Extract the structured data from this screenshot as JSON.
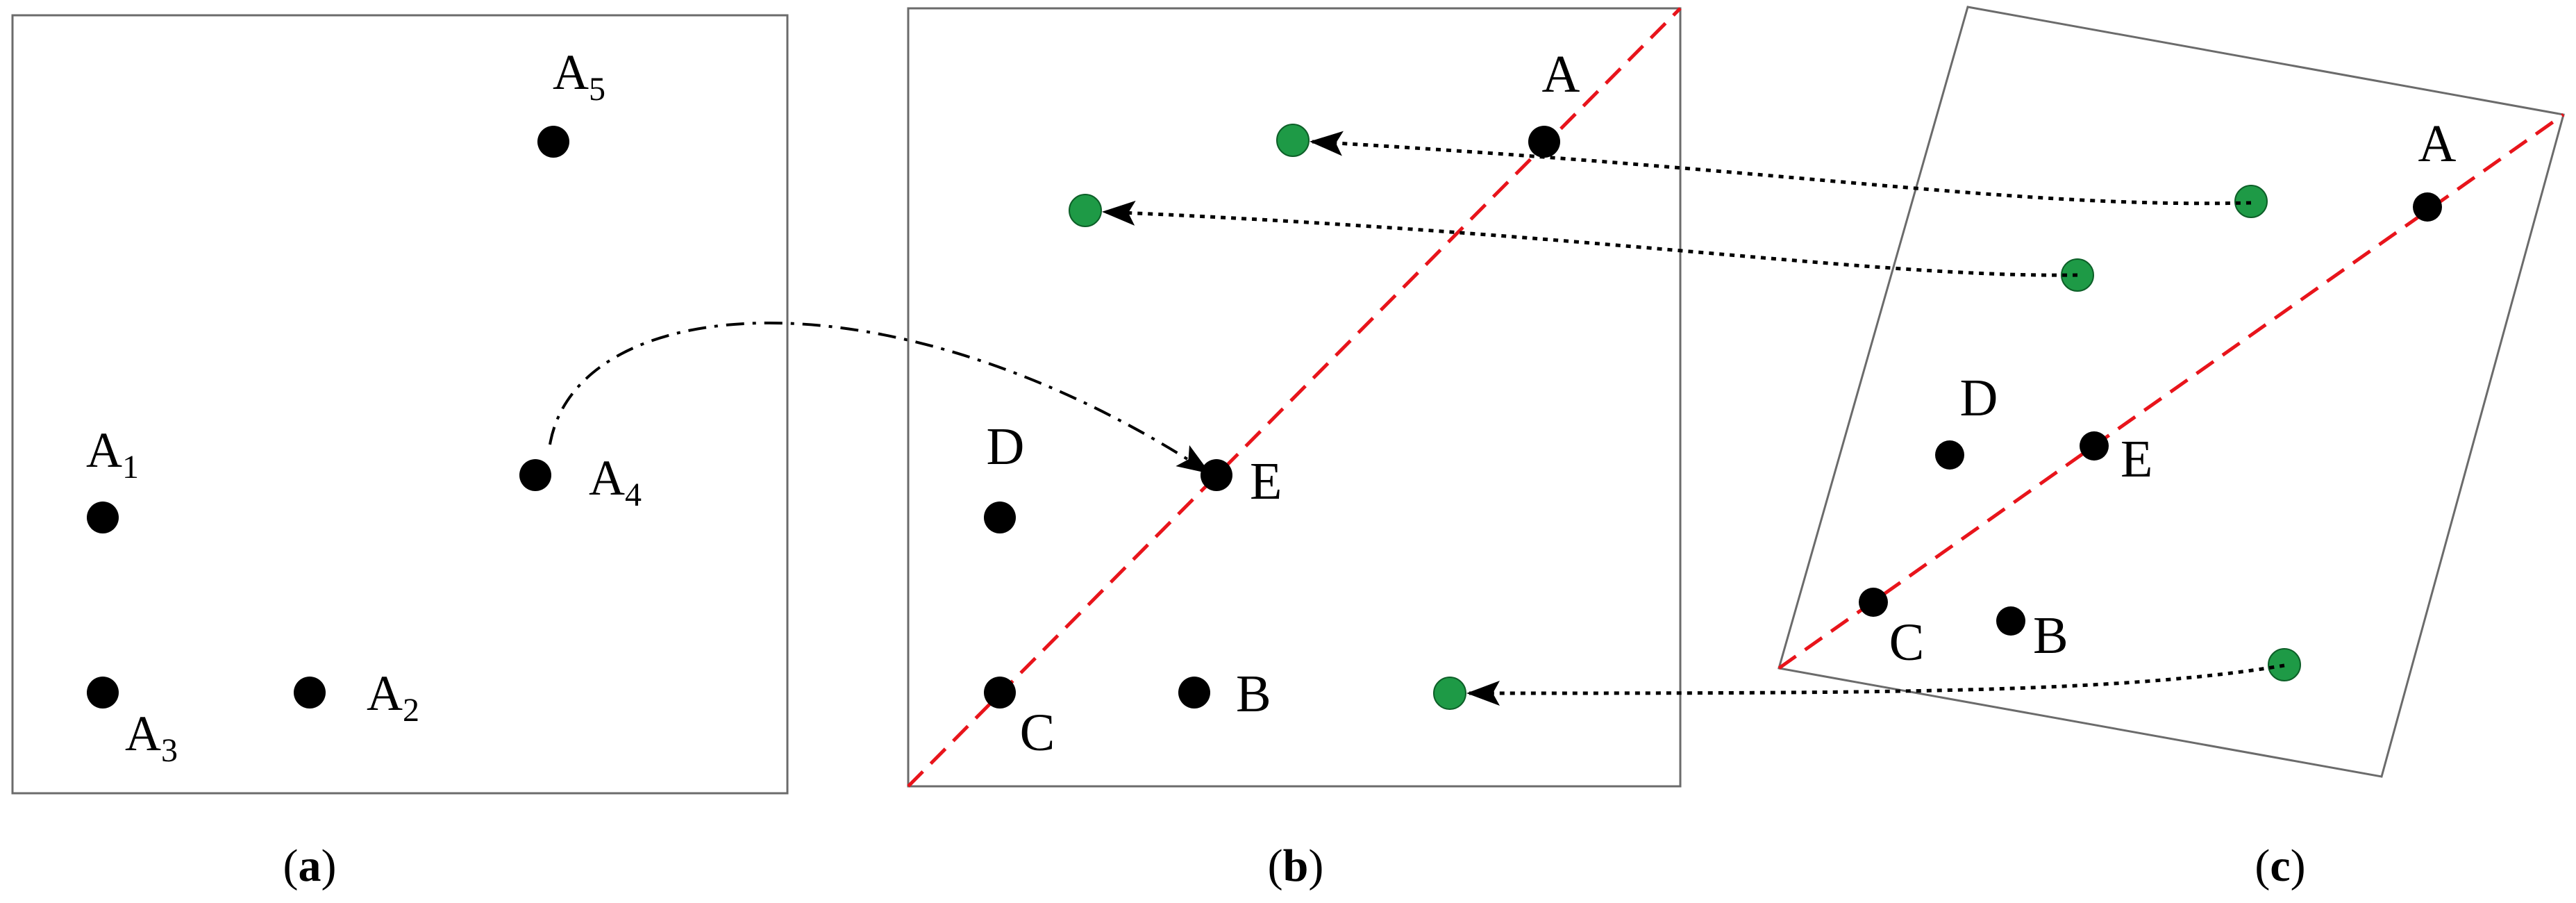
{
  "colors": {
    "point": "#000000",
    "moved_point": "#1e9a46",
    "axis_line": "#e8141b",
    "frame": "#6b6b6b",
    "arrow": "#000000"
  },
  "panel_a": {
    "caption": "a",
    "points": [
      {
        "id": "A1",
        "base": "A",
        "sub": "1"
      },
      {
        "id": "A2",
        "base": "A",
        "sub": "2"
      },
      {
        "id": "A3",
        "base": "A",
        "sub": "3"
      },
      {
        "id": "A4",
        "base": "A",
        "sub": "4"
      },
      {
        "id": "A5",
        "base": "A",
        "sub": "5"
      }
    ]
  },
  "panel_b": {
    "caption": "b",
    "points": [
      {
        "id": "A",
        "label": "A"
      },
      {
        "id": "B",
        "label": "B"
      },
      {
        "id": "C",
        "label": "C"
      },
      {
        "id": "D",
        "label": "D"
      },
      {
        "id": "E",
        "label": "E"
      }
    ],
    "moved_points": 3
  },
  "panel_c": {
    "caption": "c",
    "points": [
      {
        "id": "A",
        "label": "A"
      },
      {
        "id": "B",
        "label": "B"
      },
      {
        "id": "C",
        "label": "C"
      },
      {
        "id": "D",
        "label": "D"
      },
      {
        "id": "E",
        "label": "E"
      }
    ],
    "moved_points": 3
  }
}
